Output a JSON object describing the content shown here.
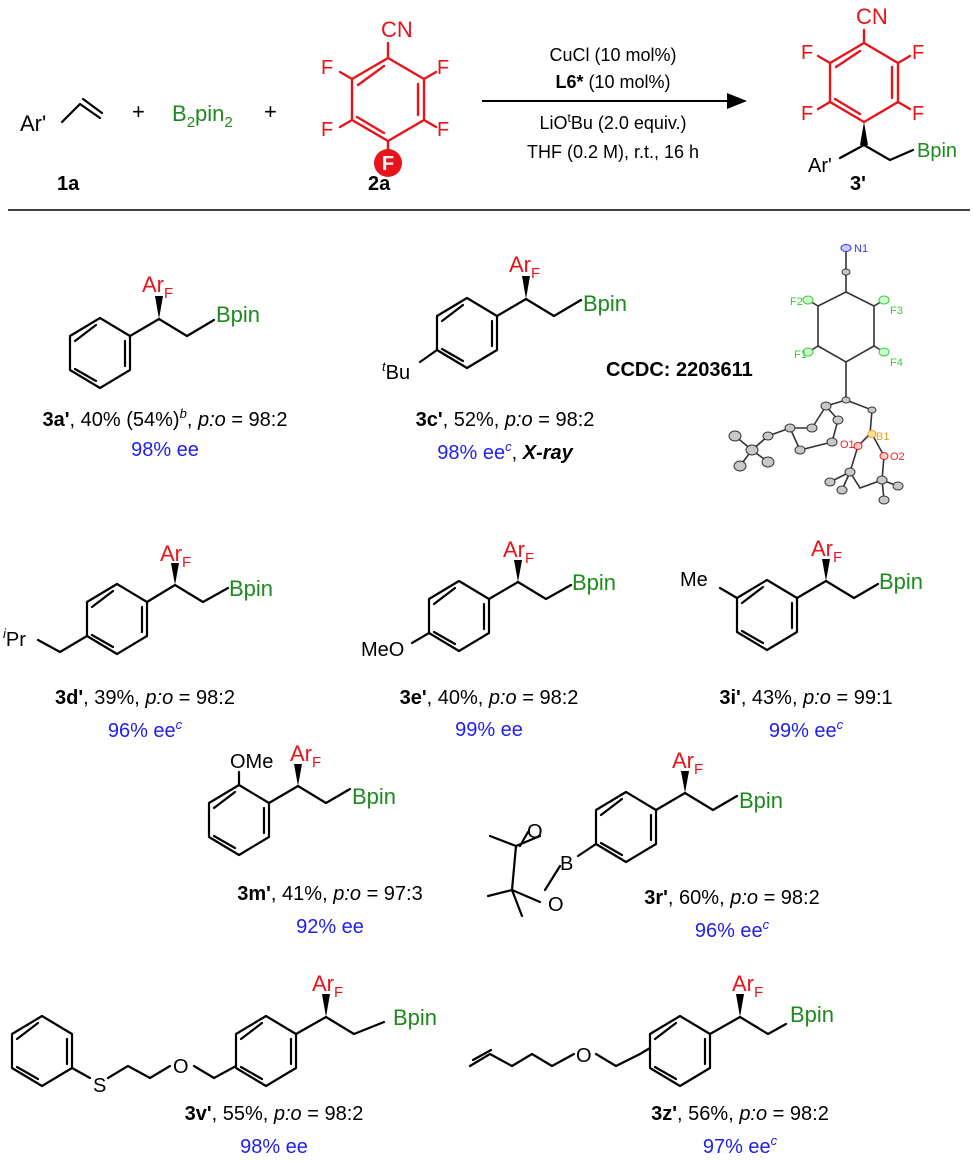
{
  "colors": {
    "red": "#e8141b",
    "green": "#1c8a1c",
    "blue": "#2020ee",
    "black": "#000000",
    "atom_F": "#33cc33",
    "atom_O": "#ee2222",
    "atom_B": "#f0a020",
    "atom_N": "#3333ee"
  },
  "reaction": {
    "reactant1": {
      "label": "Ar'",
      "id": "1a"
    },
    "plus1": "+",
    "reagent": {
      "text": "B",
      "sub": "2",
      "text2": "pin",
      "sub2": "2"
    },
    "plus2": "+",
    "reactant2": {
      "id": "2a",
      "CN": "CN",
      "F": "F",
      "F_circled": "F"
    },
    "conditions": {
      "line1": "CuCl (10 mol%)",
      "line2_bold": "L6*",
      "line2_rest": " (10 mol%)",
      "line3_a": "LiO",
      "line3_sup": "t",
      "line3_b": "Bu (2.0 equiv.)",
      "line4": "THF (0.2 M), r.t., 16 h"
    },
    "product": {
      "id": "3'",
      "CN": "CN",
      "F": "F",
      "ar": "Ar'",
      "bpin": "Bpin"
    }
  },
  "labels": {
    "ArF_main": "Ar",
    "ArF_sub": "F",
    "bpin": "Bpin"
  },
  "substituents": {
    "tBu_sup": "t",
    "tBu": "Bu",
    "iPr_sup": "i",
    "iPr": "Pr",
    "MeO": "MeO",
    "Me": "Me",
    "OMe": "OMe",
    "O": "O",
    "B": "B",
    "S": "S"
  },
  "ccdc": "CCDC: 2203611",
  "crystal_atoms": {
    "N1": "N1",
    "F1": "F1",
    "F2": "F2",
    "F3": "F3",
    "F4": "F4",
    "B1": "B1",
    "O1": "O1",
    "O2": "O2"
  },
  "compounds": [
    {
      "id": "3a'",
      "yield": ", 40% (54%)",
      "sup": "b",
      "ratio_pre": ", ",
      "po": "p:o",
      "ratio": " = 98:2",
      "ee": "98% ee",
      "ee_sup": "",
      "extra": ""
    },
    {
      "id": "3c'",
      "yield": ", 52%",
      "ratio_pre": ", ",
      "po": "p:o",
      "ratio": " = 98:2",
      "ee": "98% ee",
      "ee_sup": "c",
      "extra": ", ",
      "extra_bold": "X-ray"
    },
    {
      "id": "3d'",
      "yield": ", 39%",
      "ratio_pre": ", ",
      "po": "p:o",
      "ratio": " = 98:2",
      "ee": "96% ee",
      "ee_sup": "c"
    },
    {
      "id": "3e'",
      "yield": ", 40%",
      "ratio_pre": ", ",
      "po": "p:o",
      "ratio": " = 98:2",
      "ee": "99% ee",
      "ee_sup": ""
    },
    {
      "id": "3i'",
      "yield": ", 43%",
      "ratio_pre": ", ",
      "po": "p:o",
      "ratio": " = 99:1",
      "ee": "99% ee",
      "ee_sup": "c"
    },
    {
      "id": "3m'",
      "yield": ", 41%",
      "ratio_pre": ", ",
      "po": "p:o",
      "ratio": " = 97:3",
      "ee": "92% ee",
      "ee_sup": ""
    },
    {
      "id": "3r'",
      "yield": ", 60%",
      "ratio_pre": ", ",
      "po": "p:o",
      "ratio": " = 98:2",
      "ee": "96% ee",
      "ee_sup": "c"
    },
    {
      "id": "3v'",
      "yield": ", 55%",
      "ratio_pre": ", ",
      "po": "p:o",
      "ratio": " = 98:2",
      "ee": "98% ee",
      "ee_sup": ""
    },
    {
      "id": "3z'",
      "yield": ", 56%",
      "ratio_pre": ", ",
      "po": "p:o",
      "ratio": " = 98:2",
      "ee": "97% ee",
      "ee_sup": "c"
    }
  ]
}
